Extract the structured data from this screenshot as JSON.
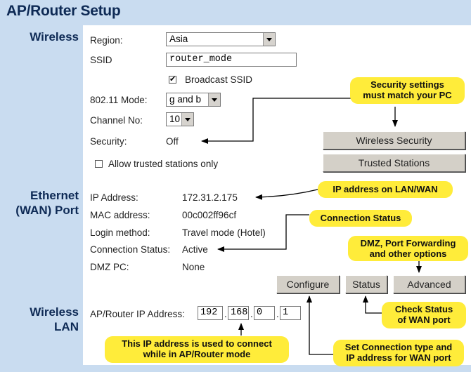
{
  "title": "AP/Router Setup",
  "sections": {
    "wireless": "Wireless",
    "ethernet_line1": "Ethernet",
    "ethernet_line2": "(WAN) Port",
    "wlan_line1": "Wireless",
    "wlan_line2": "LAN"
  },
  "wireless": {
    "region_label": "Region:",
    "region_value": "Asia",
    "ssid_label": "SSID",
    "ssid_value": "router_mode",
    "broadcast_label": "Broadcast SSID",
    "broadcast_checked": true,
    "mode_label": "802.11 Mode:",
    "mode_value": "g and b",
    "channel_label": "Channel No:",
    "channel_value": "10",
    "security_label": "Security:",
    "security_value": "Off",
    "trusted_label": "Allow trusted stations only",
    "trusted_checked": false,
    "security_button": "Wireless Security",
    "trusted_button": "Trusted Stations"
  },
  "ethernet": {
    "ip_label": "IP Address:",
    "ip_value": "172.31.2.175",
    "mac_label": "MAC address:",
    "mac_value": "00c002ff96cf",
    "login_label": "Login method:",
    "login_value": "Travel mode (Hotel)",
    "conn_label": "Connection Status:",
    "conn_value": "Active",
    "dmz_label": "DMZ PC:",
    "dmz_value": "None",
    "configure_button": "Configure",
    "status_button": "Status",
    "advanced_button": "Advanced"
  },
  "wlan": {
    "ip_label": "AP/Router IP Address:",
    "ip_octets": [
      "192",
      "168",
      "0",
      "1"
    ],
    "dot": "."
  },
  "callouts": {
    "security_1": "Security settings",
    "security_2": "must match your PC",
    "ip_wan": "IP address on LAN/WAN",
    "conn_status": "Connection Status",
    "dmz_1": "DMZ, Port Forwarding",
    "dmz_2": "and other options",
    "check_1": "Check Status",
    "check_2": "of WAN port",
    "ip_mode_1": "This IP address is used to connect",
    "ip_mode_2": "while in AP/Router mode",
    "set_conn_1": "Set Connection type and",
    "set_conn_2": "IP address for WAN port"
  },
  "colors": {
    "frame": "#c9dcf0",
    "heading": "#0e2a55",
    "callout": "#ffec3a",
    "button": "#d4d0c8"
  }
}
